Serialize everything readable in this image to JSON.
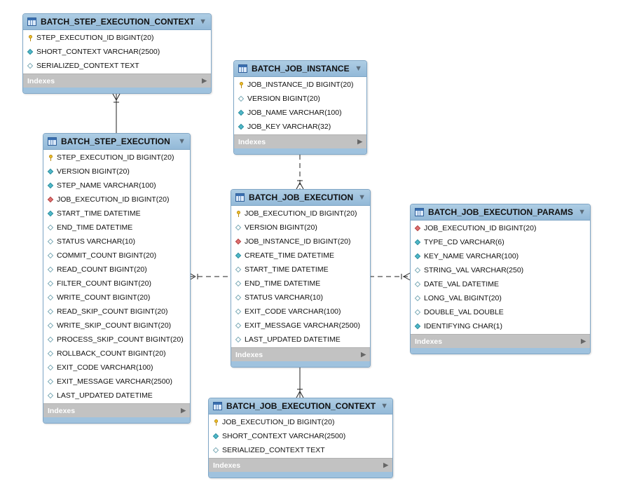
{
  "indexes_label": "Indexes",
  "tables": [
    {
      "id": "step_ctx",
      "name": "BATCH_STEP_EXECUTION_CONTEXT",
      "columns": [
        {
          "text": "STEP_EXECUTION_ID BIGINT(20)",
          "kind": "pk"
        },
        {
          "text": "SHORT_CONTEXT VARCHAR(2500)",
          "kind": "nn"
        },
        {
          "text": "SERIALIZED_CONTEXT TEXT",
          "kind": "nu"
        }
      ]
    },
    {
      "id": "job_instance",
      "name": "BATCH_JOB_INSTANCE",
      "columns": [
        {
          "text": "JOB_INSTANCE_ID BIGINT(20)",
          "kind": "pk"
        },
        {
          "text": "VERSION BIGINT(20)",
          "kind": "nu"
        },
        {
          "text": "JOB_NAME VARCHAR(100)",
          "kind": "nn"
        },
        {
          "text": "JOB_KEY VARCHAR(32)",
          "kind": "nn"
        }
      ]
    },
    {
      "id": "step_exec",
      "name": "BATCH_STEP_EXECUTION",
      "columns": [
        {
          "text": "STEP_EXECUTION_ID BIGINT(20)",
          "kind": "pk"
        },
        {
          "text": "VERSION BIGINT(20)",
          "kind": "nn"
        },
        {
          "text": "STEP_NAME VARCHAR(100)",
          "kind": "nn"
        },
        {
          "text": "JOB_EXECUTION_ID BIGINT(20)",
          "kind": "fk"
        },
        {
          "text": "START_TIME DATETIME",
          "kind": "nn"
        },
        {
          "text": "END_TIME DATETIME",
          "kind": "nu"
        },
        {
          "text": "STATUS VARCHAR(10)",
          "kind": "nu"
        },
        {
          "text": "COMMIT_COUNT BIGINT(20)",
          "kind": "nu"
        },
        {
          "text": "READ_COUNT BIGINT(20)",
          "kind": "nu"
        },
        {
          "text": "FILTER_COUNT BIGINT(20)",
          "kind": "nu"
        },
        {
          "text": "WRITE_COUNT BIGINT(20)",
          "kind": "nu"
        },
        {
          "text": "READ_SKIP_COUNT BIGINT(20)",
          "kind": "nu"
        },
        {
          "text": "WRITE_SKIP_COUNT BIGINT(20)",
          "kind": "nu"
        },
        {
          "text": "PROCESS_SKIP_COUNT BIGINT(20)",
          "kind": "nu"
        },
        {
          "text": "ROLLBACK_COUNT BIGINT(20)",
          "kind": "nu"
        },
        {
          "text": "EXIT_CODE VARCHAR(100)",
          "kind": "nu"
        },
        {
          "text": "EXIT_MESSAGE VARCHAR(2500)",
          "kind": "nu"
        },
        {
          "text": "LAST_UPDATED DATETIME",
          "kind": "nu"
        }
      ]
    },
    {
      "id": "job_exec",
      "name": "BATCH_JOB_EXECUTION",
      "columns": [
        {
          "text": "JOB_EXECUTION_ID BIGINT(20)",
          "kind": "pk"
        },
        {
          "text": "VERSION BIGINT(20)",
          "kind": "nu"
        },
        {
          "text": "JOB_INSTANCE_ID BIGINT(20)",
          "kind": "fk"
        },
        {
          "text": "CREATE_TIME DATETIME",
          "kind": "nn"
        },
        {
          "text": "START_TIME DATETIME",
          "kind": "nu"
        },
        {
          "text": "END_TIME DATETIME",
          "kind": "nu"
        },
        {
          "text": "STATUS VARCHAR(10)",
          "kind": "nu"
        },
        {
          "text": "EXIT_CODE VARCHAR(100)",
          "kind": "nu"
        },
        {
          "text": "EXIT_MESSAGE VARCHAR(2500)",
          "kind": "nu"
        },
        {
          "text": "LAST_UPDATED DATETIME",
          "kind": "nu"
        }
      ]
    },
    {
      "id": "job_params",
      "name": "BATCH_JOB_EXECUTION_PARAMS",
      "columns": [
        {
          "text": "JOB_EXECUTION_ID BIGINT(20)",
          "kind": "fk"
        },
        {
          "text": "TYPE_CD VARCHAR(6)",
          "kind": "nn"
        },
        {
          "text": "KEY_NAME VARCHAR(100)",
          "kind": "nn"
        },
        {
          "text": "STRING_VAL VARCHAR(250)",
          "kind": "nu"
        },
        {
          "text": "DATE_VAL DATETIME",
          "kind": "nu"
        },
        {
          "text": "LONG_VAL BIGINT(20)",
          "kind": "nu"
        },
        {
          "text": "DOUBLE_VAL DOUBLE",
          "kind": "nu"
        },
        {
          "text": "IDENTIFYING CHAR(1)",
          "kind": "nn"
        }
      ]
    },
    {
      "id": "job_ctx",
      "name": "BATCH_JOB_EXECUTION_CONTEXT",
      "columns": [
        {
          "text": "JOB_EXECUTION_ID BIGINT(20)",
          "kind": "pk"
        },
        {
          "text": "SHORT_CONTEXT VARCHAR(2500)",
          "kind": "nn"
        },
        {
          "text": "SERIALIZED_CONTEXT TEXT",
          "kind": "nu"
        }
      ]
    }
  ],
  "relationships": [
    {
      "from": "step_ctx",
      "to": "step_exec",
      "style": "solid"
    },
    {
      "from": "job_instance",
      "to": "job_exec",
      "style": "dashed"
    },
    {
      "from": "step_exec",
      "to": "job_exec",
      "style": "dashed"
    },
    {
      "from": "job_exec",
      "to": "job_params",
      "style": "dashed"
    },
    {
      "from": "job_exec",
      "to": "job_ctx",
      "style": "solid"
    }
  ]
}
